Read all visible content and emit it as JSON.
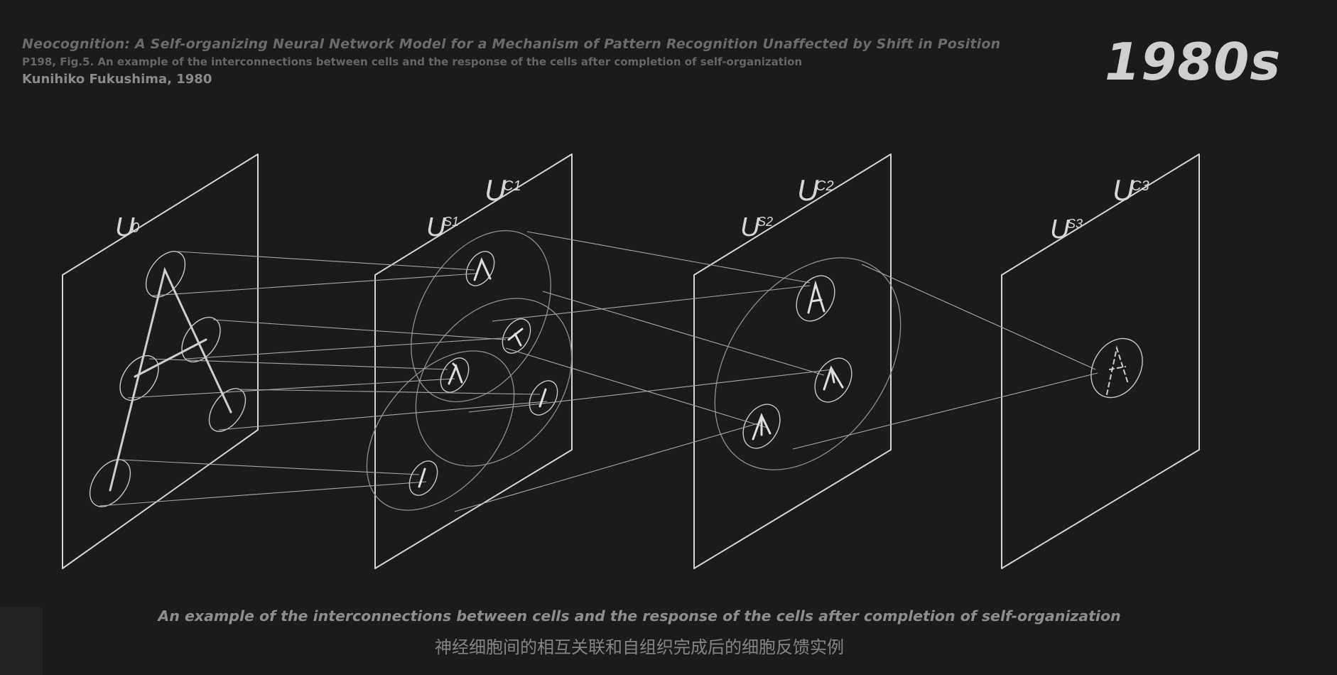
{
  "header": {
    "paper_title": "Neocognition: A Self-organizing Neural Network Model  for a Mechanism of Pattern Recognition Unaffected by Shift in Position",
    "figure_ref": "P198, Fig.5. An example of the interconnections between cells and the response of the cells after completion of self-organization",
    "author": "Kunihiko Fukushima, 1980"
  },
  "era_label": "1980s",
  "diagram": {
    "layers": [
      {
        "label": "U",
        "sub": "0"
      },
      {
        "label": "U",
        "sub": "S1"
      },
      {
        "label": "U",
        "sub": "C1"
      },
      {
        "label": "U",
        "sub": "S2"
      },
      {
        "label": "U",
        "sub": "C2"
      },
      {
        "label": "U",
        "sub": "S3"
      },
      {
        "label": "U",
        "sub": "C3"
      }
    ]
  },
  "caption": {
    "en": "An example of the interconnections between cells and the response of the cells after completion of self-organization",
    "zh": "神经细胞间的相互关联和自组织完成后的细胞反馈实例"
  },
  "colors": {
    "background": "#1b1b1b",
    "line": "#d4d4d4",
    "thin_line": "#9a9a9a"
  }
}
